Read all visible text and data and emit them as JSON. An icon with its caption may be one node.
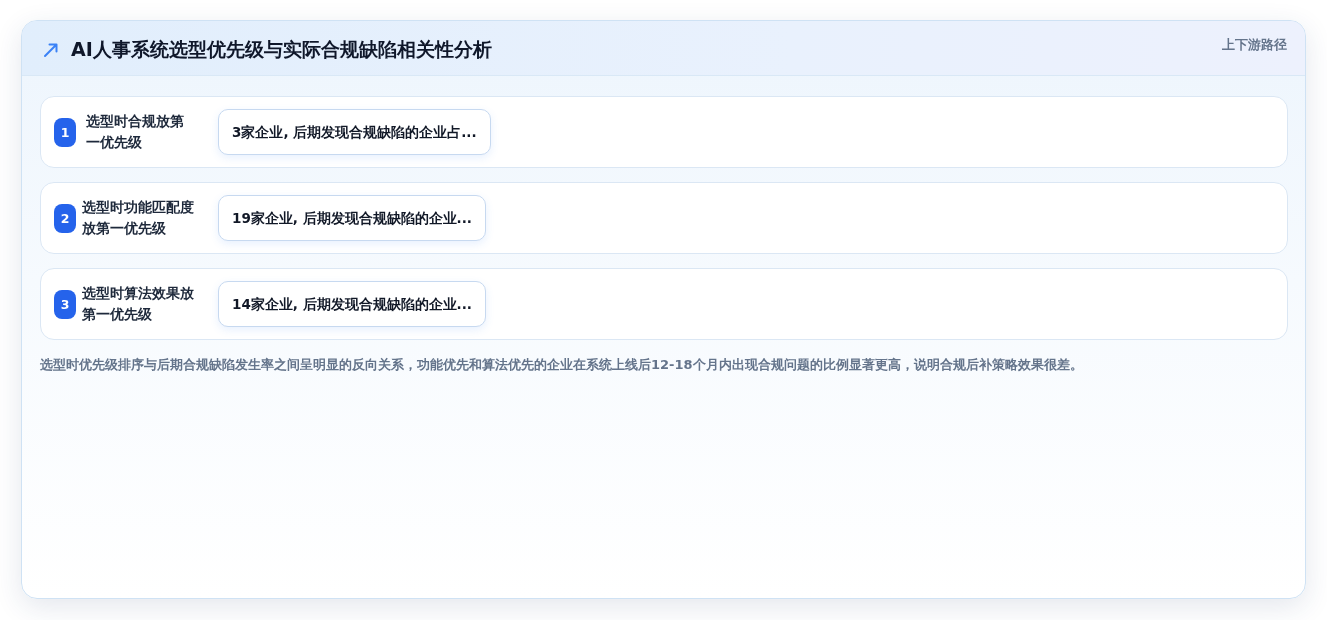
{
  "diagram": {
    "title": "AI人事系统选型优先级与实际合规缺陷相关性分析",
    "nodes": [
      {
        "text": [
          "选型时合规放第一优先级"
        ]
      },
      {
        "text": [
          "1"
        ],
        "in": 0
      },
      {
        "text": [
          "3家企业, 后期发现合规缺陷的企业占..."
        ],
        "in": 0
      },
      {
        "text": [
          "选型时功能匹配度放第一优先级"
        ]
      },
      {
        "text": [
          "2"
        ],
        "in": 3
      },
      {
        "text": [
          "19家企业, 后期发现合规缺陷的企业..."
        ],
        "in": 3
      },
      {
        "text": [
          "选型时算法效果放第一优先级"
        ]
      },
      {
        "text": [
          "3"
        ],
        "in": 6
      },
      {
        "text": [
          "14家企业, 后期发现合规缺陷的企业..."
        ],
        "in": 6
      }
    ],
    "labels": [
      "上下游路径"
    ],
    "caption": "选型时优先级排序与后期合规缺陷发生率之间呈明显的反向关系，功能优先和算法优先的企业在系统上线后12-18个月内出现合规问题的比例显著更高，说明合规后补策略效果很差。"
  }
}
